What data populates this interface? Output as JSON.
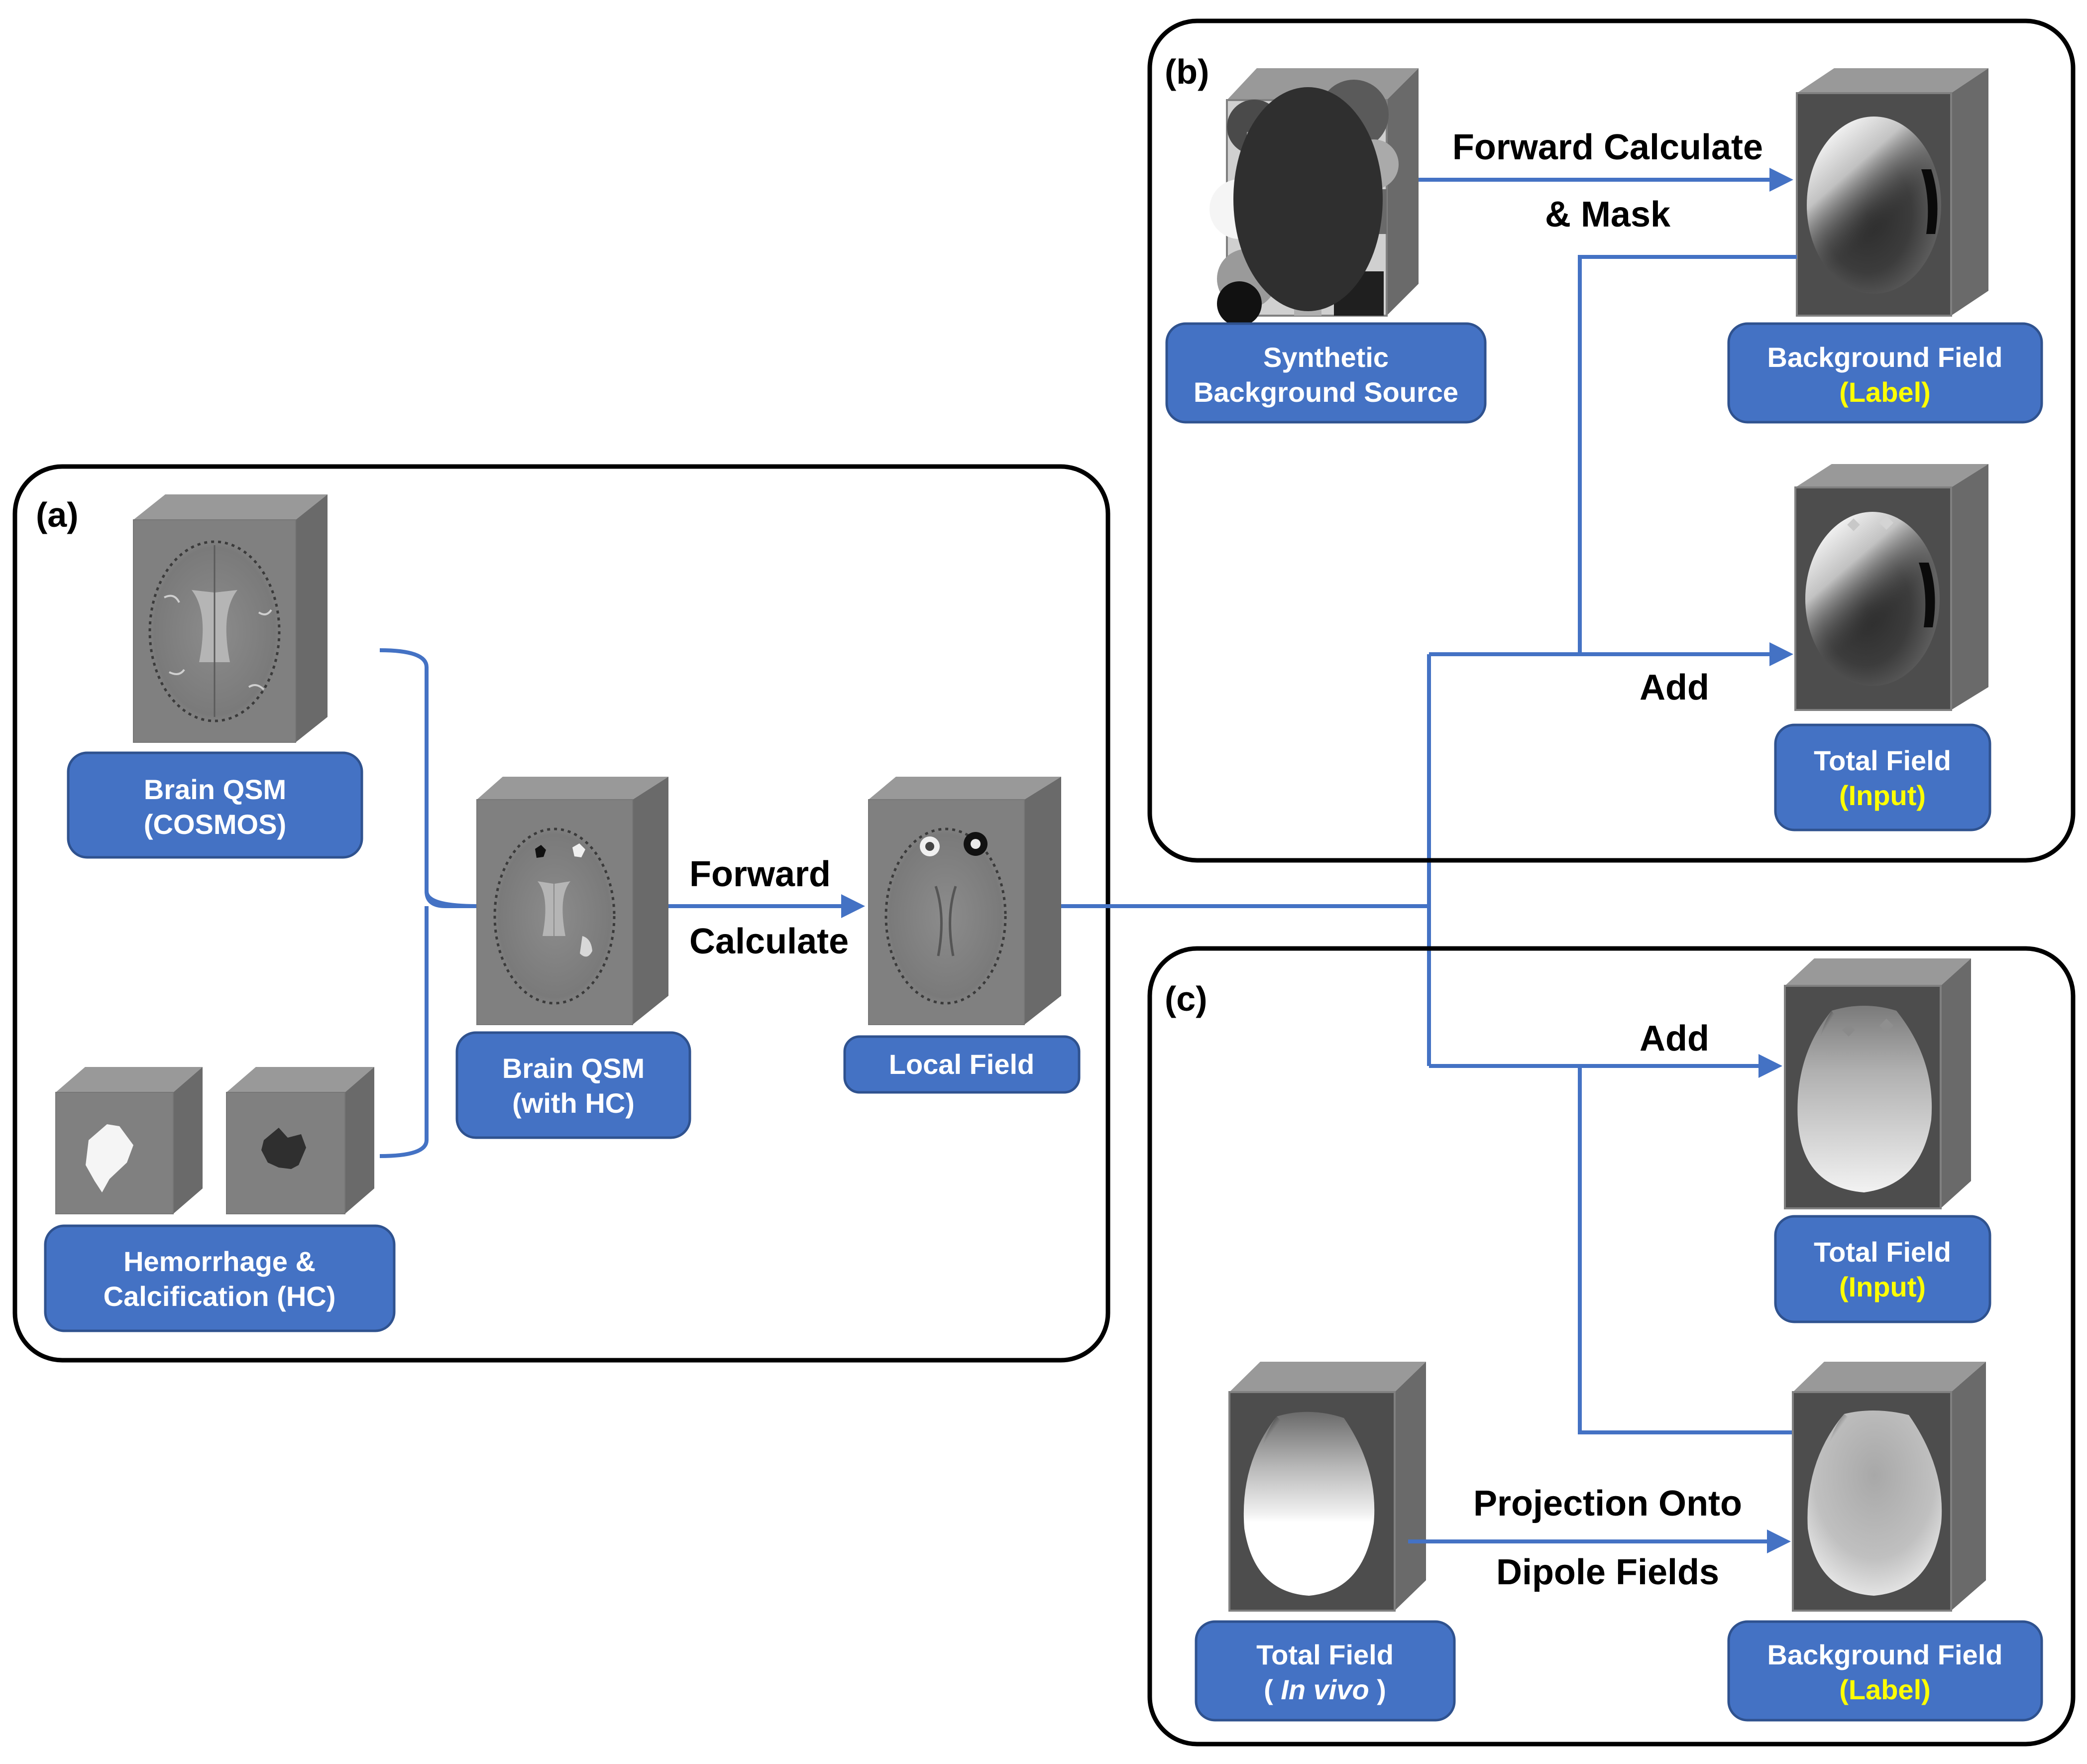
{
  "colors": {
    "label_fill": "#4472C4",
    "label_border": "#2F528F",
    "label_text": "#FFFFFF",
    "highlight_text": "#FFFF00",
    "connector": "#4472C4",
    "panel_border": "#000000"
  },
  "panels": {
    "a": {
      "tag": "(a)"
    },
    "b": {
      "tag": "(b)"
    },
    "c": {
      "tag": "(c)"
    }
  },
  "nodes": {
    "brain_qsm_cosmos": {
      "line1": "Brain QSM",
      "line2": "(COSMOS)",
      "image": "brain-qsm-cosmos-slice"
    },
    "hc": {
      "line1": "Hemorrhage &",
      "line2": "Calcification (HC)",
      "images": [
        "hemorrhage-source-blob",
        "calcification-source-blob"
      ]
    },
    "brain_qsm_hc": {
      "line1": "Brain QSM",
      "line2": "(with HC)",
      "image": "brain-qsm-with-hc-slice"
    },
    "local_field": {
      "line1": "Local Field",
      "image": "local-field-slice"
    },
    "synthetic_bg_source": {
      "line1": "Synthetic",
      "line2": "Background Source",
      "image": "synthetic-background-source-slice"
    },
    "bg_field_b": {
      "line1": "Background Field",
      "line2": "(Label)",
      "image": "background-field-slice"
    },
    "total_field_b": {
      "line1": "Total Field",
      "line2": "(Input)",
      "image": "total-field-slice"
    },
    "total_field_c": {
      "line1": "Total Field",
      "line2": "(Input)",
      "image": "total-field-slice"
    },
    "total_field_invivo": {
      "line1": "Total Field",
      "line2_pre": "( ",
      "line2_italic": "In vivo",
      "line2_post": " )",
      "image": "in-vivo-total-field-slice"
    },
    "bg_field_c": {
      "line1": "Background Field",
      "line2": "(Label)",
      "image": "projected-background-field-slice"
    }
  },
  "edges": {
    "forward_calc_a": {
      "line1": "Forward",
      "line2": "Calculate"
    },
    "forward_calc_mask_b": {
      "line1": "Forward Calculate",
      "line2": "& Mask"
    },
    "add_b": {
      "text": "Add"
    },
    "add_c": {
      "text": "Add"
    },
    "projection_c": {
      "line1": "Projection Onto",
      "line2": "Dipole Fields"
    }
  }
}
